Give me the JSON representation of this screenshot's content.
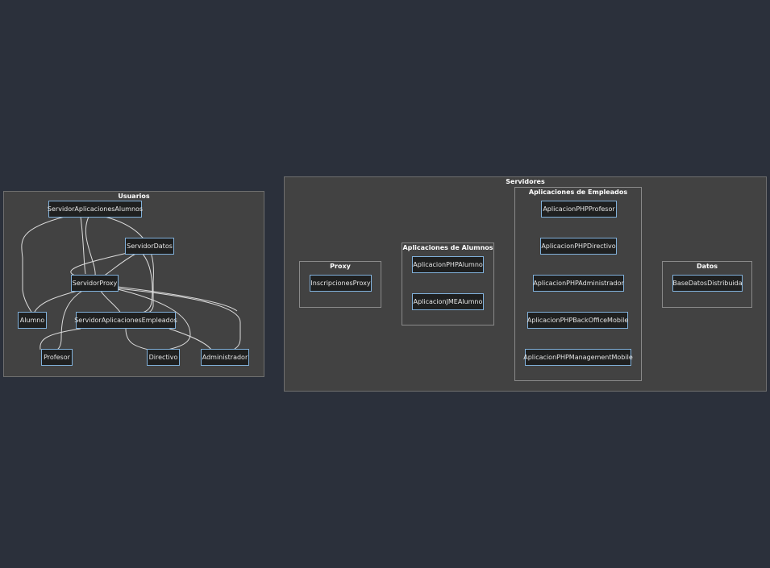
{
  "clusters": {
    "usuarios": "Usuarios",
    "servidores": "Servidores",
    "proxy": "Proxy",
    "alumnos": "Aplicaciones de Alumnos",
    "empleados": "Aplicaciones de Empleados",
    "datos": "Datos"
  },
  "nodes": {
    "servidor_aplicaciones_alumnos": "ServidorAplicacionesAlumnos",
    "servidor_datos": "ServidorDatos",
    "servidor_proxy": "ServidorProxy",
    "alumno": "Alumno",
    "servidor_aplicaciones_empleados": "ServidorAplicacionesEmpleados",
    "profesor": "Profesor",
    "directivo": "Directivo",
    "administrador": "Administrador",
    "inscripciones_proxy": "InscripcionesProxy",
    "aplicacion_php_alumno": "AplicacionPHPAlumno",
    "aplicacion_jme_alumno": "AplicacionJMEAlumno",
    "aplicacion_php_profesor": "AplicacionPHPProfesor",
    "aplicacion_php_directivo": "AplicacionPHPDirectivo",
    "aplicacion_php_administrador": "AplicacionPHPAdministrador",
    "aplicacion_php_backoffice_mobile": "AplicacionPHPBackOfficeMobile",
    "aplicacion_php_management_mobile": "AplicacionPHPManagementMobile",
    "base_datos_distribuida": "BaseDatosDistribuida"
  },
  "colors": {
    "background": "#2b303b",
    "cluster_fill": "#424242",
    "node_fill": "#1f2020",
    "node_border": "#81b1db",
    "edge": "#dcdcdc"
  }
}
